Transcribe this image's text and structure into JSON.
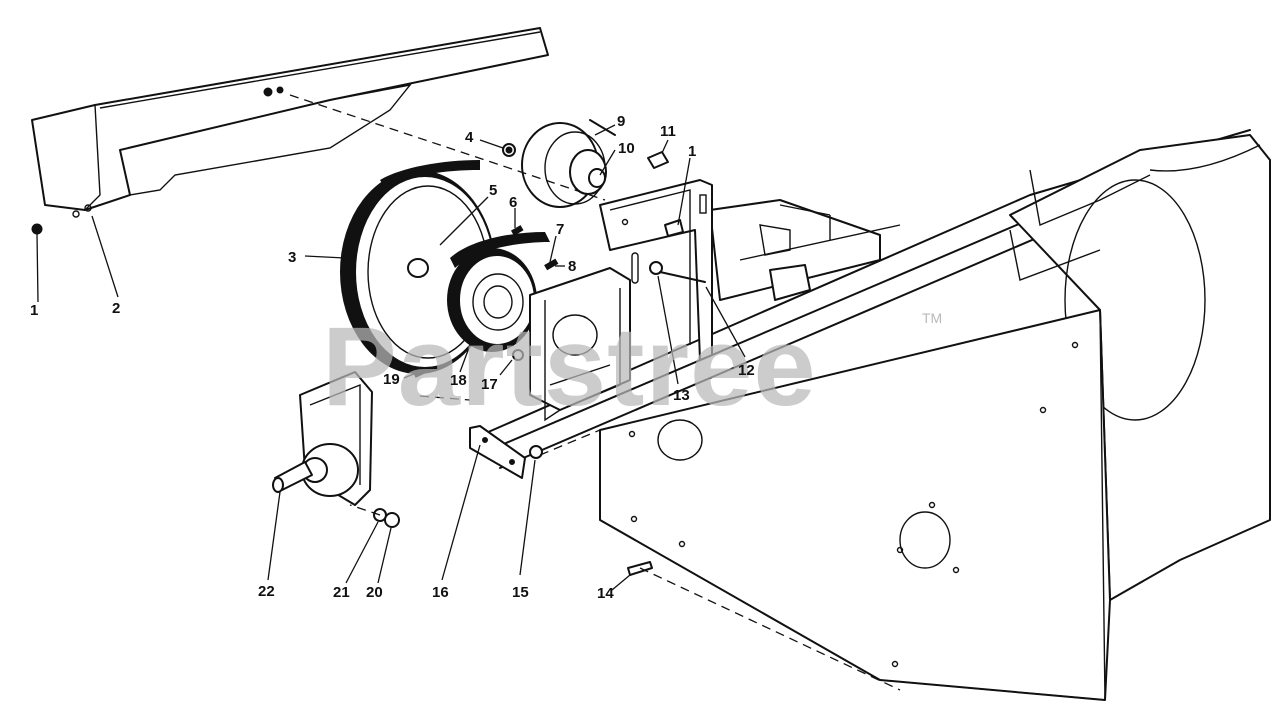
{
  "watermark": {
    "text": "Partstree",
    "trademark": "TM"
  },
  "callouts": [
    {
      "id": "c1a",
      "label": "1"
    },
    {
      "id": "c2",
      "label": "2"
    },
    {
      "id": "c3",
      "label": "3"
    },
    {
      "id": "c4",
      "label": "4"
    },
    {
      "id": "c5",
      "label": "5"
    },
    {
      "id": "c6",
      "label": "6"
    },
    {
      "id": "c7",
      "label": "7"
    },
    {
      "id": "c8",
      "label": "8"
    },
    {
      "id": "c9",
      "label": "9"
    },
    {
      "id": "c10",
      "label": "10"
    },
    {
      "id": "c11",
      "label": "11"
    },
    {
      "id": "c1b",
      "label": "1"
    },
    {
      "id": "c12",
      "label": "12"
    },
    {
      "id": "c13",
      "label": "13"
    },
    {
      "id": "c14",
      "label": "14"
    },
    {
      "id": "c15",
      "label": "15"
    },
    {
      "id": "c16",
      "label": "16"
    },
    {
      "id": "c17",
      "label": "17"
    },
    {
      "id": "c18",
      "label": "18"
    },
    {
      "id": "c19",
      "label": "19"
    },
    {
      "id": "c20",
      "label": "20"
    },
    {
      "id": "c21",
      "label": "21"
    },
    {
      "id": "c22",
      "label": "22"
    }
  ]
}
